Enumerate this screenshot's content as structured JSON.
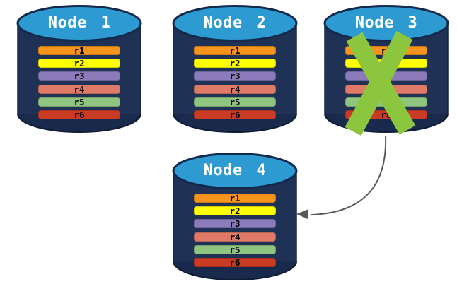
{
  "diagram": {
    "background": "#FFFFFF",
    "nodes": [
      {
        "title": "Node 1",
        "failed": false,
        "rows": [
          "r1",
          "r2",
          "r3",
          "r4",
          "r5",
          "r6"
        ]
      },
      {
        "title": "Node 2",
        "failed": false,
        "rows": [
          "r1",
          "r2",
          "r3",
          "r4",
          "r5",
          "r6"
        ]
      },
      {
        "title": "Node 3",
        "failed": true,
        "rows": [
          "r1",
          "r2",
          "r3",
          "r4",
          "r5",
          "r6"
        ]
      },
      {
        "title": "Node 4",
        "failed": false,
        "rows": [
          "r1",
          "r2",
          "r3",
          "r4",
          "r5",
          "r6"
        ]
      }
    ],
    "row_colors": {
      "r1": "#F7941D",
      "r2": "#FFFF00",
      "r3": "#8C7BBB",
      "r4": "#DF7A66",
      "r5": "#8FC580",
      "r6": "#C93B24"
    },
    "colors": {
      "cylinder_body": "#1F3155",
      "cylinder_bottom": "#1A2A4C",
      "cylinder_top": "#2E9AD2",
      "cylinder_outline": "#122A4C",
      "title_text": "#FFFFFF",
      "row_text": "#000000",
      "failure_x": "#8CC63E",
      "arrow": "#595959"
    },
    "icons": {
      "failure": "x-cross-icon",
      "transfer": "curved-arrow-icon"
    }
  }
}
